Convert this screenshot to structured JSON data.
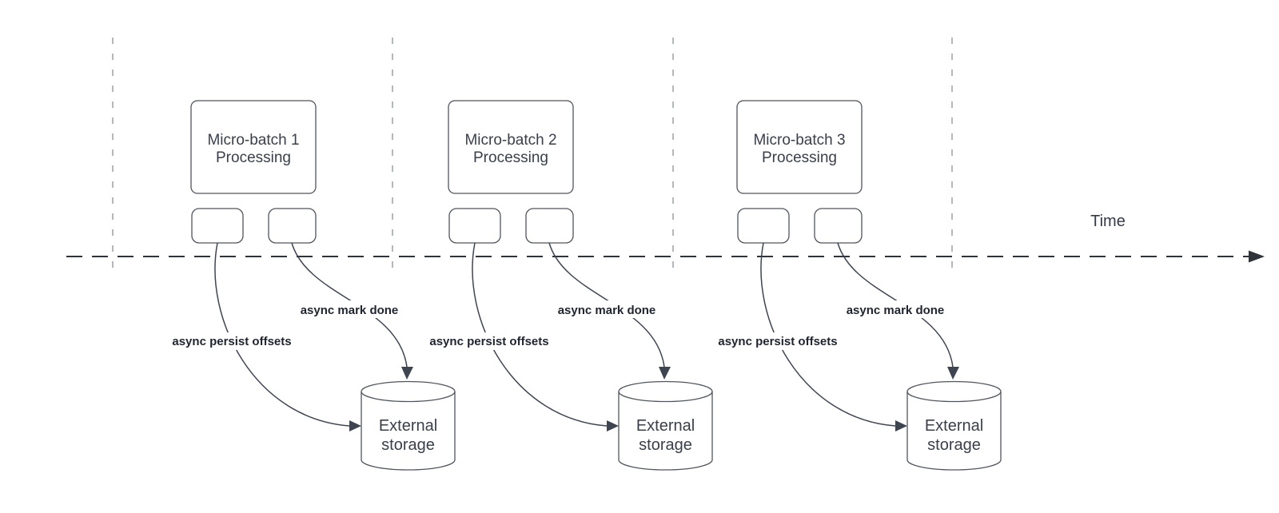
{
  "diagram": {
    "time_axis_label": "Time",
    "batches": [
      {
        "title_line1": "Micro-batch 1",
        "title_line2": "Processing",
        "persist_label": "async persist offsets",
        "mark_done_label": "async mark done",
        "storage_line1": "External",
        "storage_line2": "storage"
      },
      {
        "title_line1": "Micro-batch 2",
        "title_line2": "Processing",
        "persist_label": "async persist offsets",
        "mark_done_label": "async mark done",
        "storage_line1": "External",
        "storage_line2": "storage"
      },
      {
        "title_line1": "Micro-batch 3",
        "title_line2": "Processing",
        "persist_label": "async persist offsets",
        "mark_done_label": "async mark done",
        "storage_line1": "External",
        "storage_line2": "storage"
      }
    ],
    "colors": {
      "background": "#ffffff",
      "box_stroke": "#50555d",
      "box_text": "#3a404a",
      "connector": "#3f4550",
      "label_text": "#1f242e",
      "axis": "#2f333a",
      "divider": "#9aa0a6",
      "time_text": "#343a46"
    }
  }
}
